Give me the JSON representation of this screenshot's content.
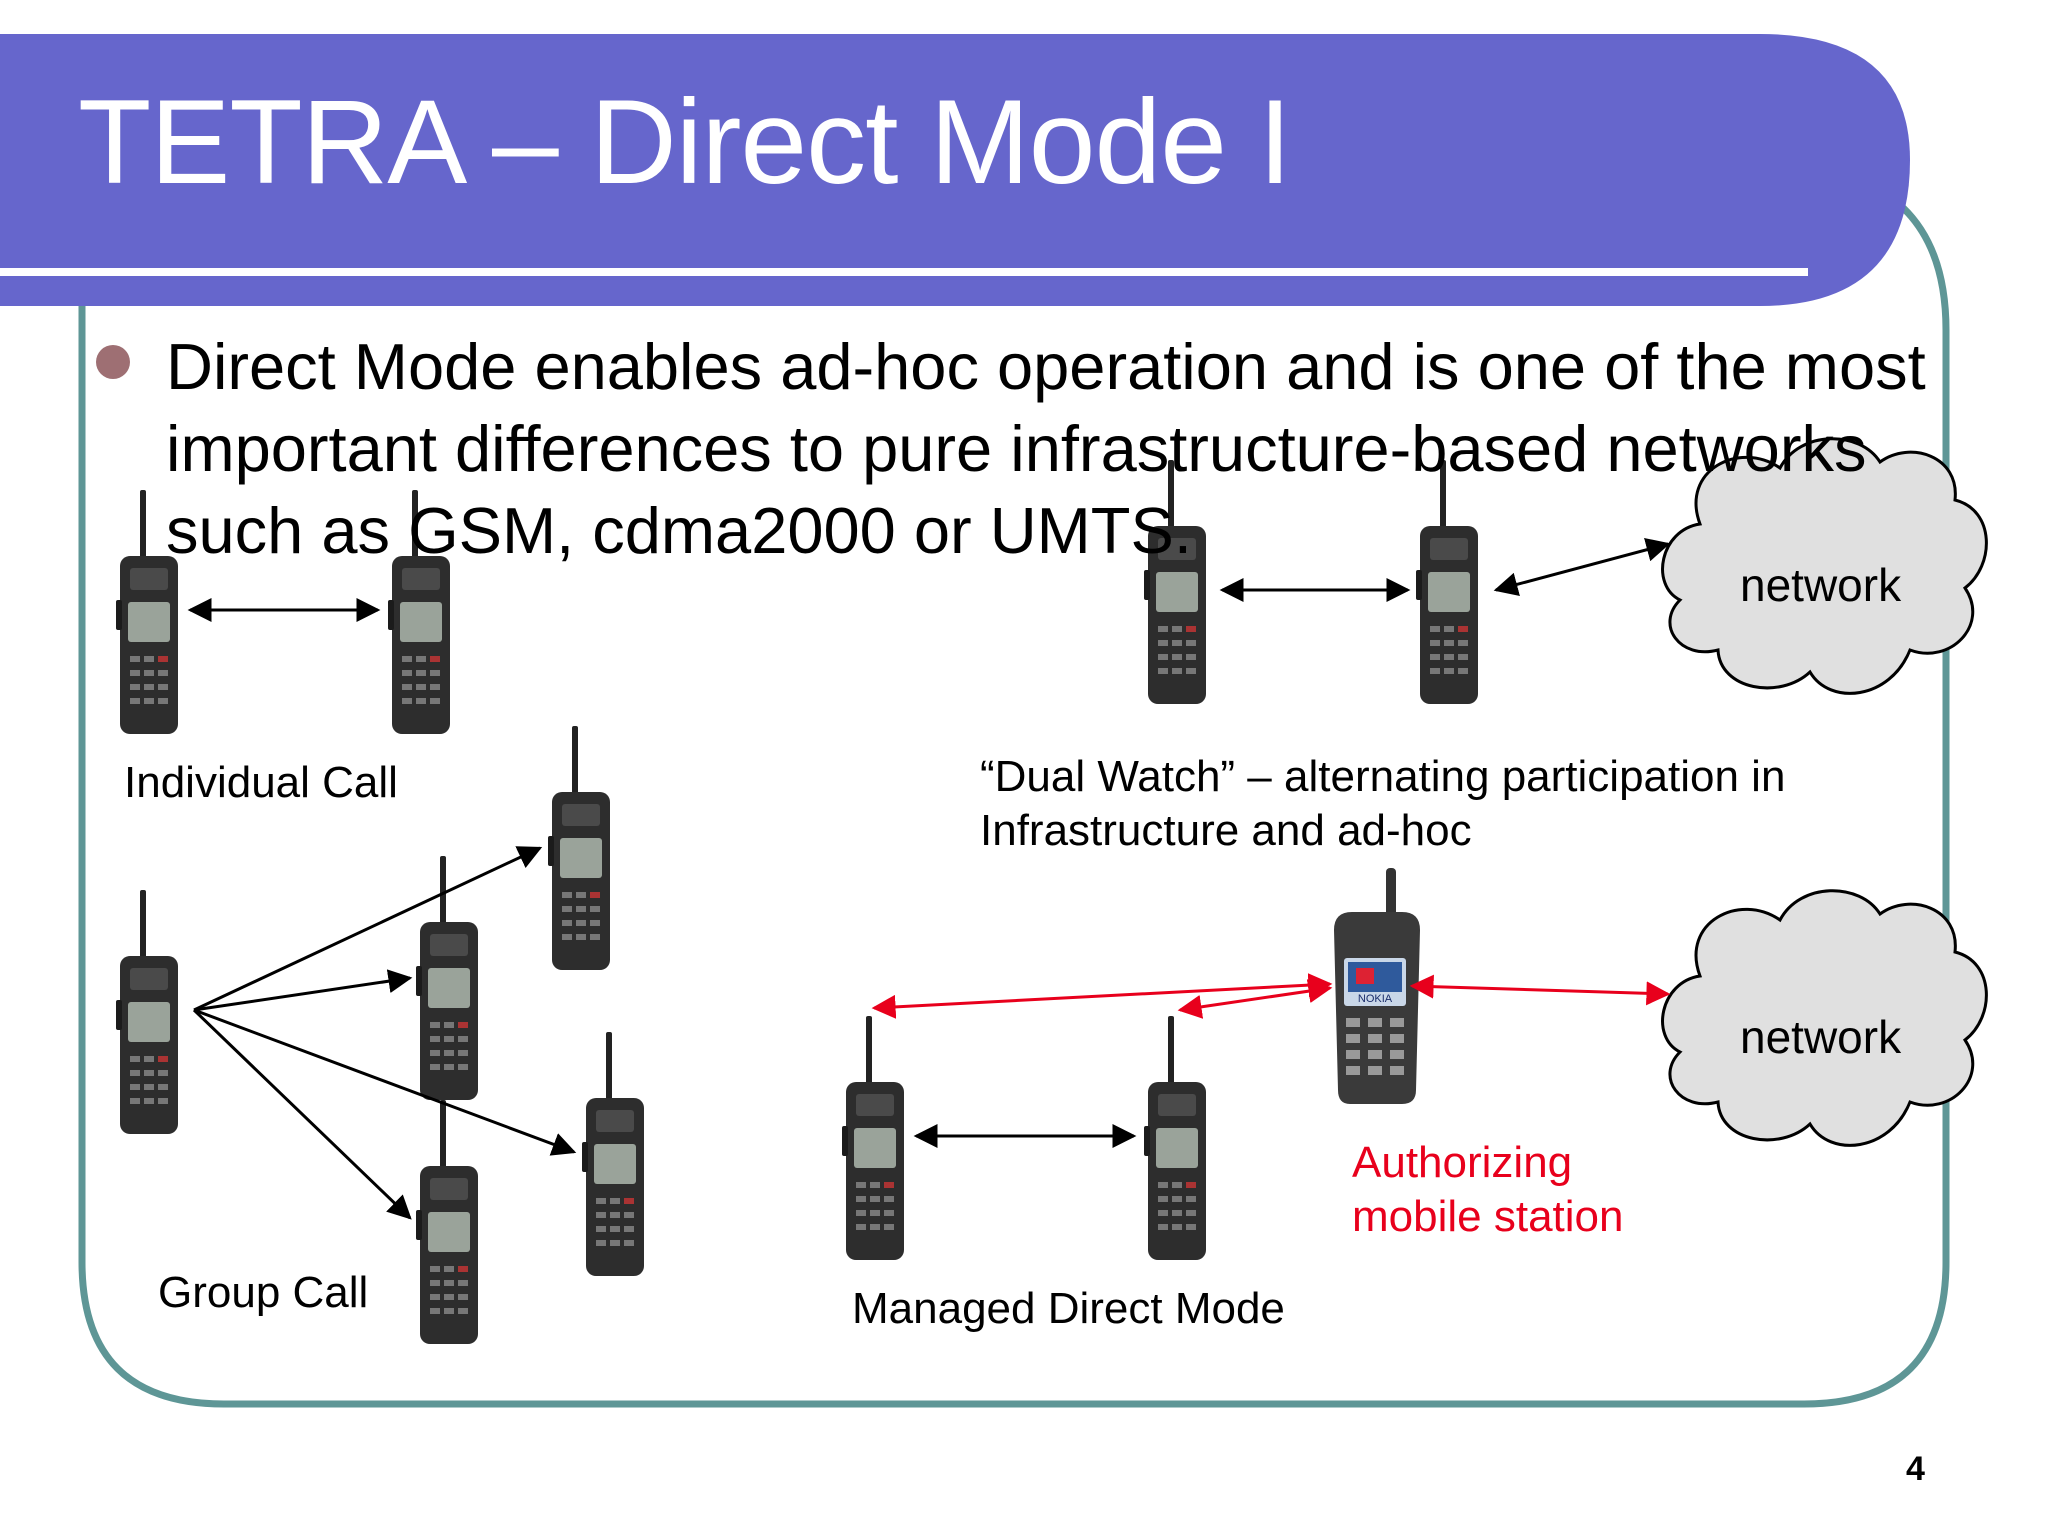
{
  "slide": {
    "title": "TETRA – Direct Mode I",
    "bullet": "Direct Mode enables ad-hoc operation and is one of the most important differences to pure infrastructure-based networks such as GSM, cdma2000 or UMTS.",
    "page_number": "4"
  },
  "diagram": {
    "individual_call_label": "Individual Call",
    "group_call_label": "Group Call",
    "dual_watch_label_line1": "“Dual Watch” – alternating participation in",
    "dual_watch_label_line2": "Infrastructure and ad-hoc",
    "managed_direct_mode_label": "Managed Direct Mode",
    "authorizing_line1": "Authorizing",
    "authorizing_line2": "mobile station",
    "network_top_label": "network",
    "network_bottom_label": "network",
    "phone_brand": "NOKIA"
  },
  "colors": {
    "title_bar": "#6666cc",
    "frame": "#5e9696",
    "bullet": "#9e6f73",
    "cloud_fill": "#e0e0e0",
    "red_arrow": "#e8001c"
  }
}
